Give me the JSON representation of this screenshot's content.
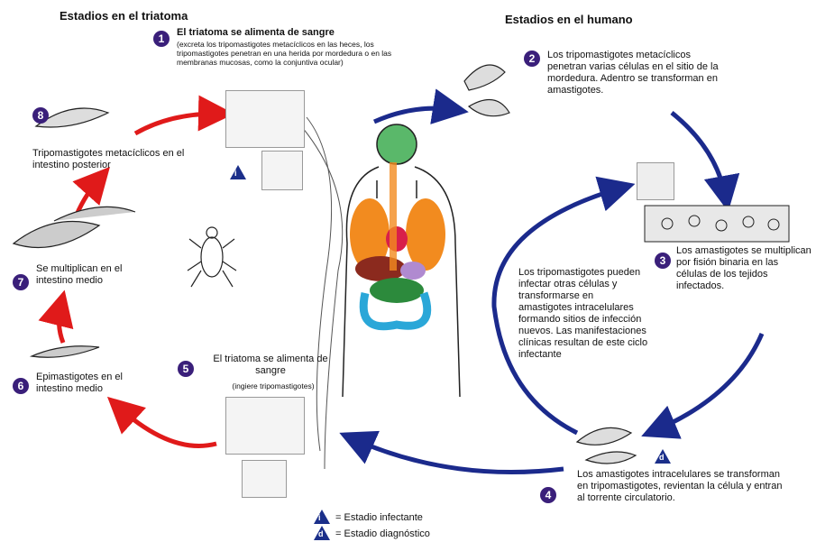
{
  "titles": {
    "triatoma": "Estadios en el triatoma",
    "human": "Estadios en el humano"
  },
  "steps": {
    "s1_label": "1",
    "s1_title": "El triatoma se alimenta de sangre",
    "s1_detail": "(excreta los tripomastigotes metacíclicos en las heces, los tripomastigotes penetran en una herida por mordedura o en las membranas mucosas, como la conjuntiva ocular)",
    "s2_label": "2",
    "s2_text": "Los tripomastigotes metacíclicos penetran varias células en el sitio de la mordedura. Adentro se transforman en amastigotes.",
    "s3_label": "3",
    "s3_text": "Los amastigotes se multiplican por fisión binaria en las células de los tejidos infectados.",
    "s4_label": "4",
    "s4_text": "Los amastigotes intracelulares se transforman en tripomastigotes, revientan la célula y entran al torrente circulatorio.",
    "s5_label": "5",
    "s5_title": "El triatoma se alimenta de sangre",
    "s5_detail": "(ingiere tripomastigotes)",
    "s6_label": "6",
    "s6_text": "Epimastigotes en el intestino medio",
    "s7_label": "7",
    "s7_text": "Se multiplican en el intestino medio",
    "s8_label": "8",
    "s8_text": "Tripomastigotes metacíclicos en el intestino posterior"
  },
  "center_text": "Los tripomastigotes pueden infectar otras células y transformarse en amastigotes intracelulares formando sitios de infección nuevos. Las manifestaciones clínicas resultan de este ciclo infectante",
  "legend": {
    "infective_symbol": "i",
    "infective_label": "= Estadio infectante",
    "diagnostic_symbol": "d",
    "diagnostic_label": "= Estadio diagnóstico"
  },
  "colors": {
    "red_arrow": "#e01a1a",
    "blue_arrow": "#1b2a8c",
    "badge": "#3a1f7a"
  }
}
